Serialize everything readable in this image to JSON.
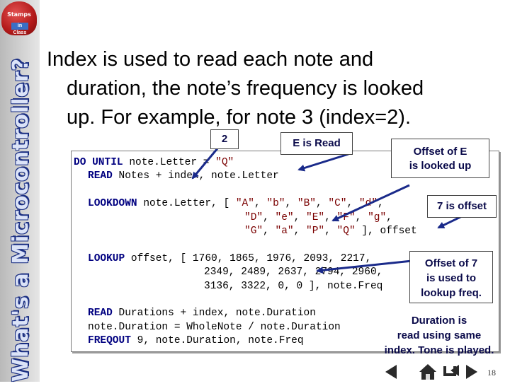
{
  "logo": {
    "top_text": "Stamps",
    "sub_text": "in Class"
  },
  "sidebar_title": "What's a Microcontroller?",
  "heading": {
    "line1": "Index is used to read each note and",
    "line2": "duration, the note’s frequency is looked",
    "line3": "up.  For example, for note 3 (index=2)."
  },
  "callouts": {
    "index_value": "2",
    "e_is_read": "E is Read",
    "offset_lookup_line1": "Offset of E",
    "offset_lookup_line2": "is looked up",
    "seven_offset": "7 is offset",
    "offset7_line1": "Offset of 7",
    "offset7_line2": "is used to",
    "offset7_line3": "lookup freq.",
    "duration_line1": "Duration is",
    "duration_line2": "read using same",
    "duration_line3": "index. Tone is played."
  },
  "page_number": "18"
}
